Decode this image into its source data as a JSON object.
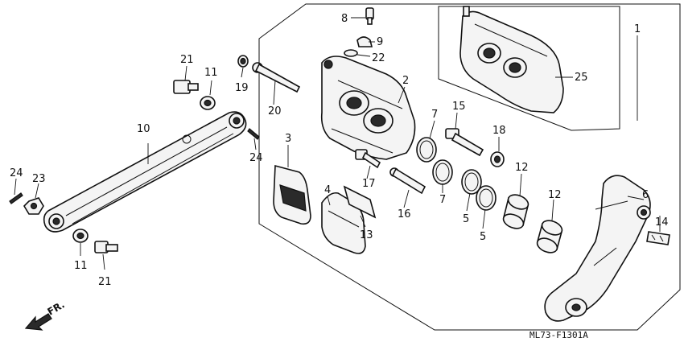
{
  "callouts": {
    "c1": "1",
    "c2": "2",
    "c3": "3",
    "c4": "4",
    "c5a": "5",
    "c5b": "5",
    "c6": "6",
    "c7a": "7",
    "c7b": "7",
    "c8": "8",
    "c9": "9",
    "c10": "10",
    "c11a": "11",
    "c11b": "11",
    "c12a": "12",
    "c12b": "12",
    "c13": "13",
    "c14": "14",
    "c15": "15",
    "c16": "16",
    "c17": "17",
    "c18": "18",
    "c19": "19",
    "c20": "20",
    "c21a": "21",
    "c21b": "21",
    "c22": "22",
    "c23": "23",
    "c24a": "24",
    "c24b": "24",
    "c25": "25"
  },
  "direction_label": "FR.",
  "drawing_code": "ML73-F1301A"
}
